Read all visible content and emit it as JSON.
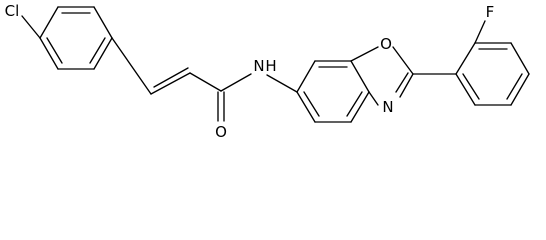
{
  "diagram": {
    "atom_labels": {
      "cl": "Cl",
      "o_carbonyl": "O",
      "nh": "N",
      "nh_h": "H",
      "o_ring": "O",
      "n_ring": "N",
      "f": "F"
    }
  }
}
